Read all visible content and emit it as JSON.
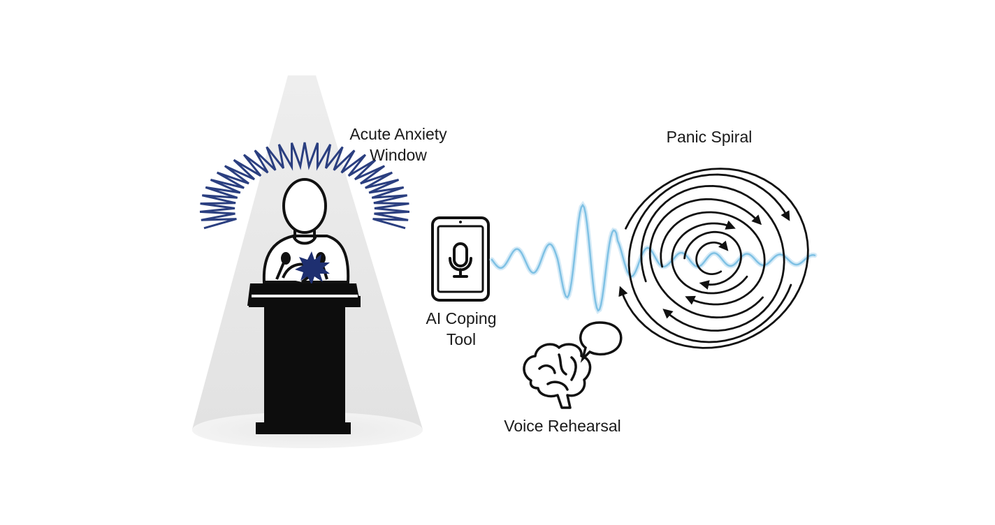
{
  "labels": {
    "acute_anxiety": [
      "Acute Anxiety",
      "Window"
    ],
    "ai_coping_tool": [
      "AI Coping",
      "Tool"
    ],
    "voice_rehearsal": "Voice Rehearsal",
    "panic_spiral": "Panic Spiral"
  },
  "colors": {
    "ink": "#111111",
    "anxiety_burst": "#2b3f80",
    "wave": "#8cc8e6",
    "spotlight": "#e6e6e6",
    "background": "#ffffff"
  },
  "icons": [
    "speaker-figure-icon",
    "podium-icon",
    "microphone-icon",
    "tablet-icon",
    "brain-icon",
    "speech-bubble-icon",
    "spiral-arrows-icon",
    "sound-wave-icon"
  ]
}
